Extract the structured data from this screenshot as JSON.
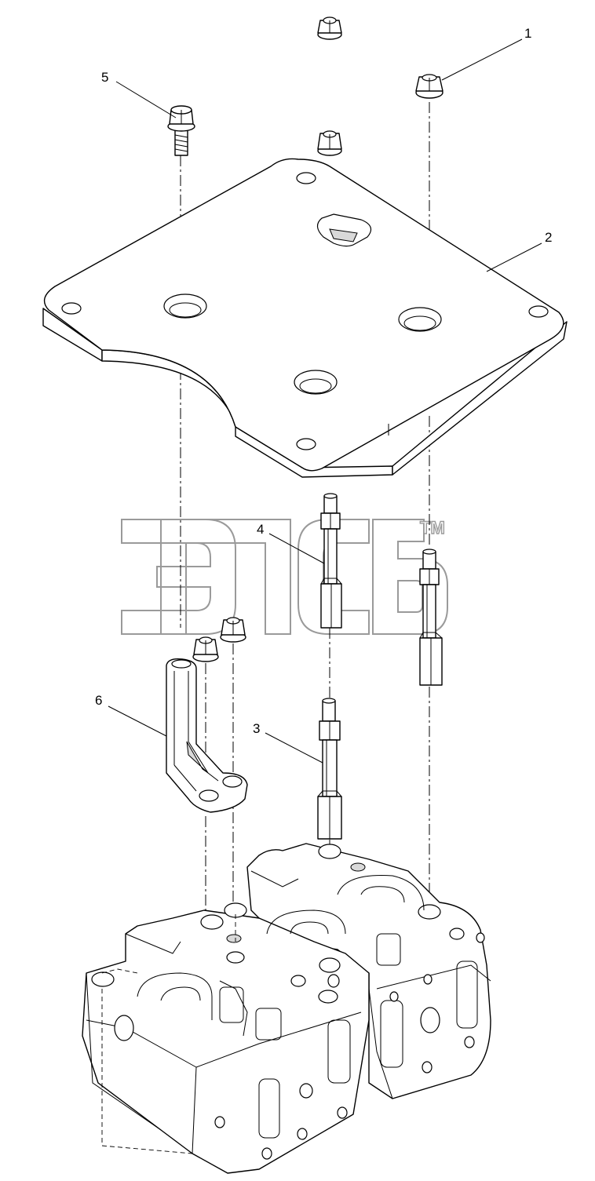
{
  "callouts": [
    {
      "id": "1",
      "label": "1"
    },
    {
      "id": "2",
      "label": "2"
    },
    {
      "id": "3",
      "label": "3"
    },
    {
      "id": "4",
      "label": "4"
    },
    {
      "id": "5",
      "label": "5"
    },
    {
      "id": "6",
      "label": "6"
    }
  ],
  "watermark": {
    "logo": "ЭПСБ",
    "trademark": "TM"
  },
  "colors": {
    "line": "#000000",
    "background": "#ffffff",
    "watermark": "#9a9a9a"
  }
}
